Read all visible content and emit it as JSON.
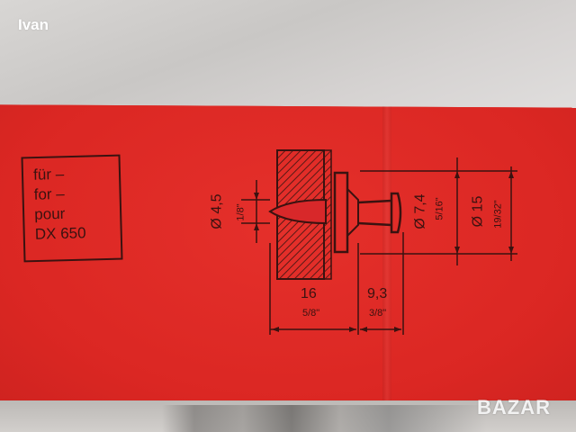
{
  "watermark": {
    "user": "Ivan",
    "site": "BAZAR"
  },
  "label": {
    "lines": [
      "für –",
      "for –",
      "pour",
      "DX 650"
    ]
  },
  "drawing": {
    "dimensions": {
      "shank_diameter": "Ø 4,5",
      "shank_diameter_inch": "1/8\"",
      "head_diameter": "Ø 7,4",
      "head_diameter_inch": "5/16\"",
      "washer_diameter": "Ø 15",
      "washer_diameter_inch": "19/32\"",
      "penetration_length": "16",
      "penetration_length_inch": "5/8\"",
      "protrusion_length": "9,3",
      "protrusion_length_inch": "3/8\""
    }
  },
  "colors": {
    "box_red": "#e02a26",
    "ink": "#3a1210",
    "background": "#cfcdcb"
  }
}
